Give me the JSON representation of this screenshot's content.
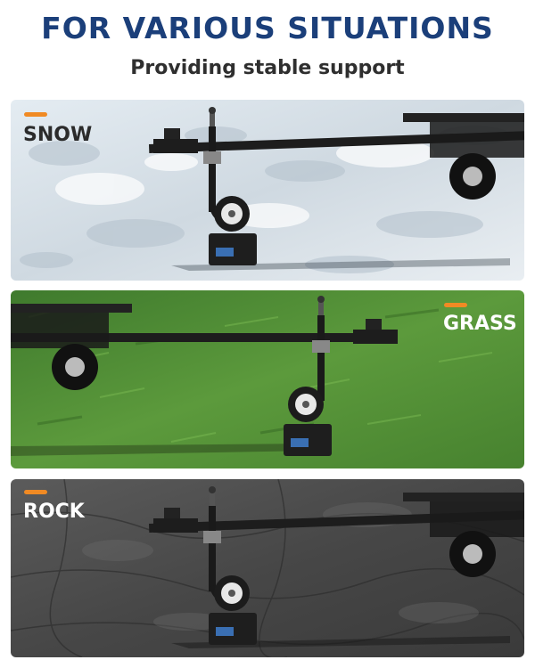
{
  "header": {
    "title": "FOR VARIOUS SITUATIONS",
    "subtitle": "Providing stable support"
  },
  "panels": [
    {
      "label": "SNOW",
      "terrain": "snow",
      "text_color": "#2b2b2b",
      "accent_color": "#f08a24"
    },
    {
      "label": "GRASS",
      "terrain": "grass",
      "text_color": "#ffffff",
      "accent_color": "#f08a24"
    },
    {
      "label": "ROCK",
      "terrain": "rock",
      "text_color": "#ffffff",
      "accent_color": "#f08a24"
    }
  ],
  "colors": {
    "title": "#1b3f7a",
    "subtitle": "#2f2f2f",
    "accent": "#f08a24"
  }
}
